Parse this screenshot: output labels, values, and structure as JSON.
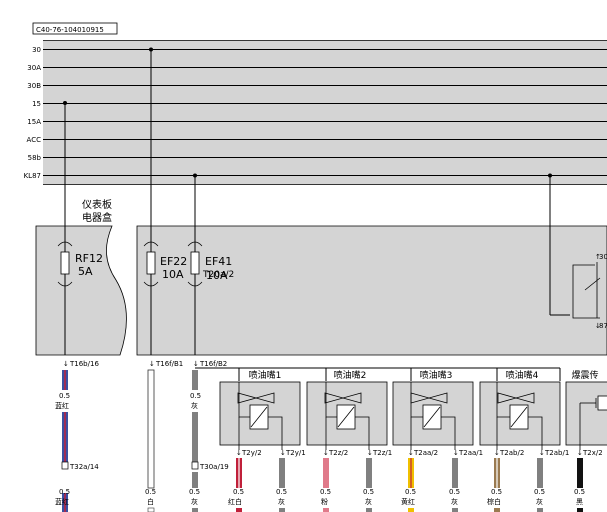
{
  "diagram_id": "C40-76-104010915",
  "rails": [
    {
      "label": "30"
    },
    {
      "label": "30A"
    },
    {
      "label": "30B"
    },
    {
      "label": "15"
    },
    {
      "label": "15A"
    },
    {
      "label": "ACC"
    },
    {
      "label": "58b"
    },
    {
      "label": "KL87"
    }
  ],
  "fusebox": {
    "title_line1": "仪表板",
    "title_line2": "电器盒"
  },
  "fuses": [
    {
      "name": "RF12",
      "rating": "5A",
      "connector": "T16b/16"
    },
    {
      "name": "EF22",
      "rating": "10A",
      "connector": "T16f/B1"
    },
    {
      "name": "EF41",
      "rating": "10A",
      "overlap": "T20a/2",
      "connector": "T16f/B2"
    }
  ],
  "relay": {
    "pin_top": "30",
    "pin_bottom": "87"
  },
  "wires_upper": [
    {
      "gauge": "0.5",
      "color_name": "蓝红"
    },
    {
      "gauge": "0.5",
      "color_name": "灰"
    }
  ],
  "mid_connectors": {
    "left": "T32a/14",
    "right": "T30a/19"
  },
  "injectors": [
    {
      "title": "喷油嘴1",
      "pin_a": "T2y/2",
      "pin_b": "T2y/1"
    },
    {
      "title": "喷油嘴2",
      "pin_a": "T2z/2",
      "pin_b": "T2z/1"
    },
    {
      "title": "喷油嘴3",
      "pin_a": "T2aa/2",
      "pin_b": "T2aa/1"
    },
    {
      "title": "喷油嘴4",
      "pin_a": "T2ab/2",
      "pin_b": "T2ab/1"
    },
    {
      "title": "爆震传",
      "pin_a": "T2x/2"
    }
  ],
  "bottom_wires": [
    {
      "gauge": "0.5",
      "color_name": "蓝红"
    },
    {
      "gauge": "0.5",
      "color_name": "白"
    },
    {
      "gauge": "0.5",
      "color_name": "灰"
    },
    {
      "gauge": "0.5",
      "color_name": "红白"
    },
    {
      "gauge": "0.5",
      "color_name": "灰"
    },
    {
      "gauge": "0.5",
      "color_name": "粉"
    },
    {
      "gauge": "0.5",
      "color_name": "灰"
    },
    {
      "gauge": "0.5",
      "color_name": "黄红"
    },
    {
      "gauge": "0.5",
      "color_name": "灰"
    },
    {
      "gauge": "0.5",
      "color_name": "棕白"
    },
    {
      "gauge": "0.5",
      "color_name": "灰"
    },
    {
      "gauge": "0.5",
      "color_name": "黑"
    }
  ],
  "colors": {
    "box_fill": "#d4d4d4",
    "blue": "#3a4fa0",
    "red": "#c0203a",
    "gray": "#808080",
    "pink": "#e07a8a",
    "yellow": "#f0c000",
    "brown": "#9a7a50",
    "black": "#111111"
  }
}
